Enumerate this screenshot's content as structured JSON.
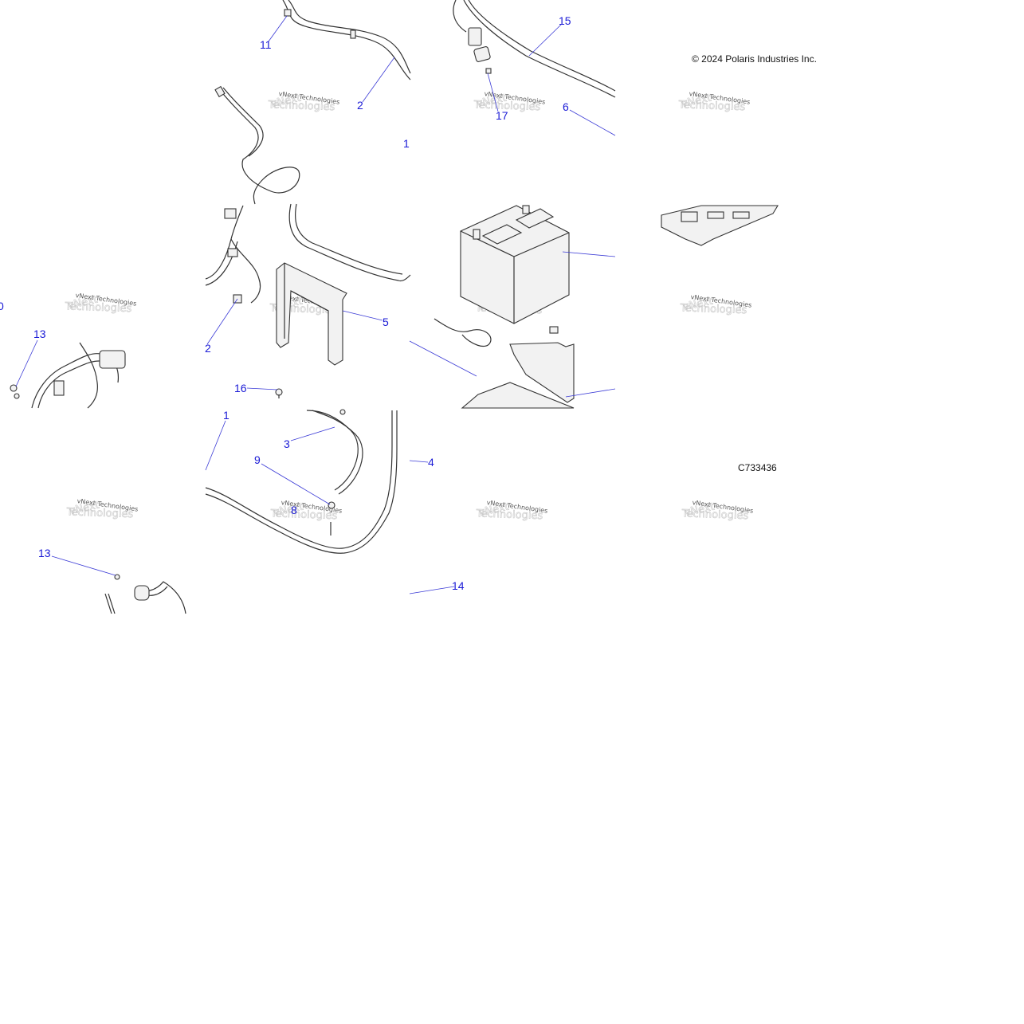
{
  "copyright": "© 2024 Polaris Industries Inc.",
  "figure_id": "C733436",
  "watermark": "vNext Technologies",
  "callouts": [
    "1",
    "2",
    "3",
    "4",
    "5",
    "6",
    "8",
    "9",
    "11",
    "13",
    "14",
    "15",
    "16",
    "17",
    "0"
  ]
}
